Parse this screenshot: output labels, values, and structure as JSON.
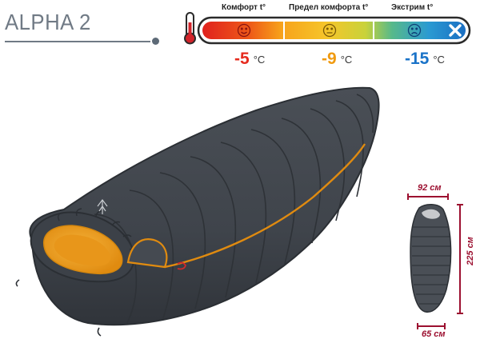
{
  "product": {
    "title": "ALPHA 2"
  },
  "temperature_scale": {
    "zones": [
      {
        "label": "Комфорт  t°",
        "value": "-5",
        "unit": "°C",
        "color": "#e62b1e",
        "face": "smile-face-icon"
      },
      {
        "label": "Предел комфорта  t°",
        "value": "-9",
        "unit": "°C",
        "color": "#f09a0f",
        "face": "neutral-face-icon"
      },
      {
        "label": "Экстрим  t°",
        "value": "-15",
        "unit": "°C",
        "color": "#1a73c8",
        "face": "sad-face-icon"
      }
    ]
  },
  "dimensions": {
    "shoulder_width": "92 см",
    "length": "225 см",
    "foot_width": "65 см"
  }
}
